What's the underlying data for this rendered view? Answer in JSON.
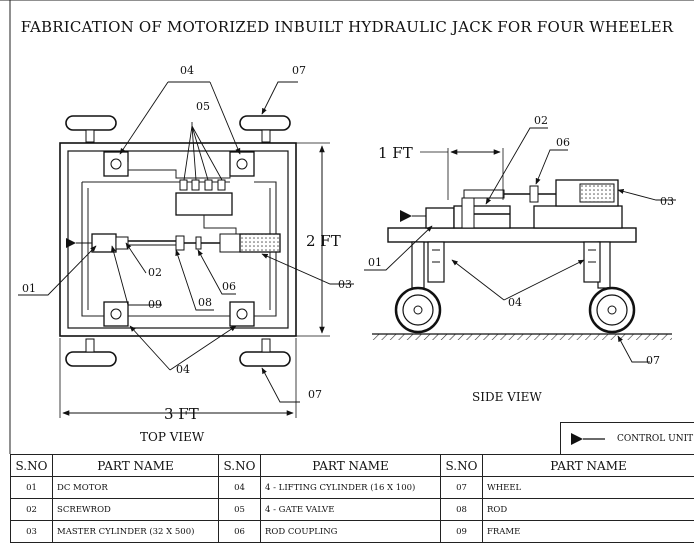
{
  "title": "FABRICATION OF MOTORIZED INBUILT HYDRAULIC JACK FOR FOUR WHEELER",
  "labels": {
    "top_04_a": "04",
    "top_07_a": "07",
    "top_05": "05",
    "top_2ft": "2 FT",
    "top_01": "01",
    "top_02": "02",
    "top_03": "03",
    "top_09": "09",
    "top_08": "08",
    "top_06": "06",
    "top_04_b": "04",
    "top_07_b": "07",
    "top_3ft": "3 FT",
    "side_1ft": "1 FT",
    "side_02": "02",
    "side_06": "06",
    "side_03": "03",
    "side_01": "01",
    "side_04": "04",
    "side_07": "07"
  },
  "views": {
    "top": "TOP VIEW",
    "side": "SIDE VIEW"
  },
  "legend": {
    "label": "CONTROL UNIT",
    "icon": "control-unit-arrow-icon"
  },
  "table": {
    "headers": [
      "S.NO",
      "PART NAME",
      "S.NO",
      "PART NAME",
      "S.NO",
      "PART NAME"
    ],
    "rows": [
      [
        "01",
        "DC MOTOR",
        "04",
        "4 - LIFTING CYLINDER (16 X 100)",
        "07",
        "WHEEL"
      ],
      [
        "02",
        "SCREWROD",
        "05",
        "4 - GATE VALVE",
        "08",
        "ROD"
      ],
      [
        "03",
        "MASTER CYLINDER (32 X 500)",
        "06",
        "ROD COUPLING",
        "09",
        "FRAME"
      ]
    ]
  }
}
